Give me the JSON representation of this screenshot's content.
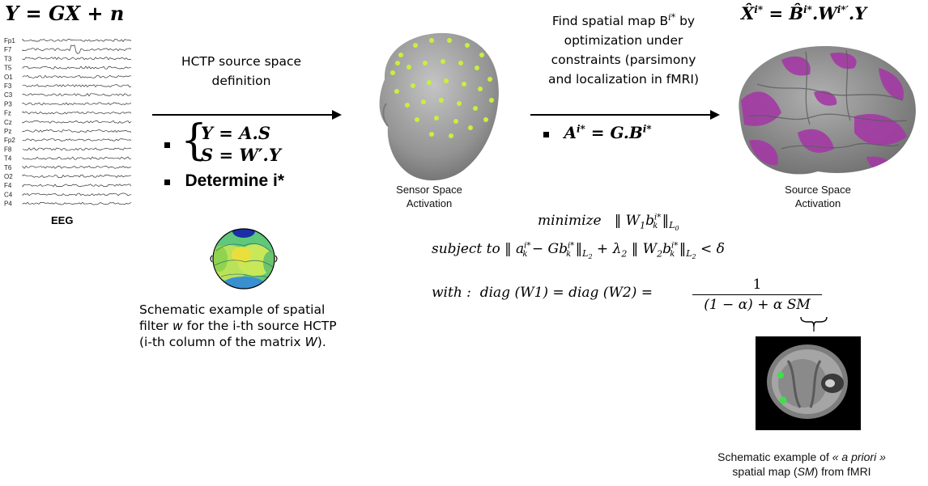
{
  "eeg": {
    "equation": "Y = GX + n",
    "channels": [
      "Fp1",
      "F7",
      "T3",
      "T5",
      "O1",
      "F3",
      "C3",
      "P3",
      "Fz",
      "Cz",
      "Pz",
      "Fp2",
      "F8",
      "T4",
      "T6",
      "O2",
      "F4",
      "C4",
      "P4"
    ],
    "label": "EEG"
  },
  "step1": {
    "title_line1": "HCTP source space",
    "title_line2": "definition",
    "eq1": "Y = A.S",
    "eq2": "S = W′.Y",
    "determine": "Determine i*"
  },
  "topo": {
    "caption_line1": "Schematic example of spatial",
    "caption_line2_pre": "filter ",
    "caption_line2_var": "w",
    "caption_line2_post": " for the i-th source HCTP",
    "caption_line3_pre": "(i-th column of the matrix ",
    "caption_line3_var": "W",
    "caption_line3_post": ")."
  },
  "head": {
    "label_line1": "Sensor Space",
    "label_line2": "Activation"
  },
  "step2": {
    "title_line1": "Find spatial map B",
    "title_sup": "i*",
    "title_line1_post": " by",
    "title_line2": "optimization under",
    "title_line3": "constraints (parsimony",
    "title_line4": "and localization in fMRI)",
    "eq": "A^{i*} = G.B^{i*}"
  },
  "brain": {
    "equation": "X̂^{i*} = B̂^{i*}.W^{i*′}.Y",
    "label_line1": "Source Space",
    "label_line2": "Activation"
  },
  "optimization": {
    "minimize": "minimize",
    "subject_to": "subject to",
    "with": "with :",
    "diag_text": "diag (W1) = diag (W2) =",
    "numerator": "1",
    "denominator": "(1 − α) + α SM"
  },
  "mri": {
    "caption_line1_pre": "Schematic example of ",
    "caption_line1_em": "« a priori »",
    "caption_line2_pre": "spatial map (",
    "caption_line2_var": "SM",
    "caption_line2_post": ") from fMRI"
  },
  "colors": {
    "head": "#9a9a9a",
    "electrode": "#c8f03c",
    "brain_gray": "#8f8f8f",
    "brain_purple": "#a43aa6",
    "topo_green": "#9ad84a",
    "topo_blue": "#2b6fc7"
  }
}
